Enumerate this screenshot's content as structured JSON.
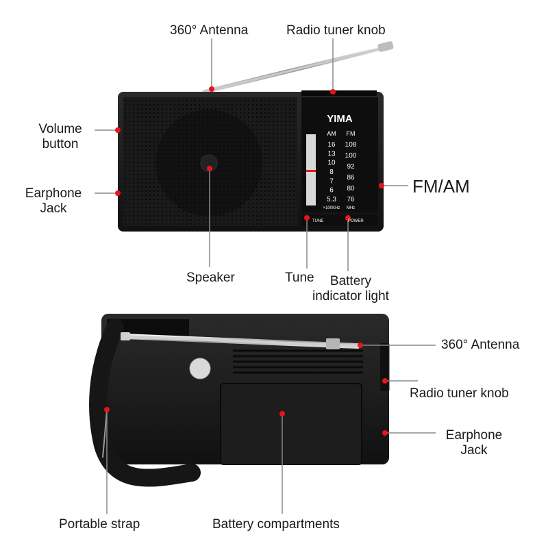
{
  "front": {
    "brand": "YIMA",
    "scale_headers": {
      "am": "AM",
      "fm": "FM"
    },
    "am_scale": [
      "16",
      "13",
      "10",
      "8",
      "7",
      "6",
      "5.3"
    ],
    "fm_scale": [
      "108",
      "100",
      "92",
      "86",
      "80",
      "76"
    ],
    "am_unit": "×100KHz",
    "fm_unit": "MHz",
    "tune_label": "TUNE",
    "power_label": "POWER"
  },
  "labels": {
    "antenna_top": "360° Antenna",
    "tuner_knob_top": "Radio tuner knob",
    "volume_line1": "Volume",
    "volume_line2": "button",
    "earphone_top_line1": "Earphone",
    "earphone_top_line2": "Jack",
    "fm_am": "FM/AM",
    "speaker": "Speaker",
    "tune": "Tune",
    "battery_indicator_line1": "Battery",
    "battery_indicator_line2": "indicator light",
    "antenna_back": "360° Antenna",
    "tuner_knob_back": "Radio tuner knob",
    "earphone_back_line1": "Earphone",
    "earphone_back_line2": "Jack",
    "strap": "Portable strap",
    "battery_compartments": "Battery compartments"
  },
  "colors": {
    "marker": "#e8141c",
    "body": "#151515",
    "leader": "#8a8a8a"
  }
}
